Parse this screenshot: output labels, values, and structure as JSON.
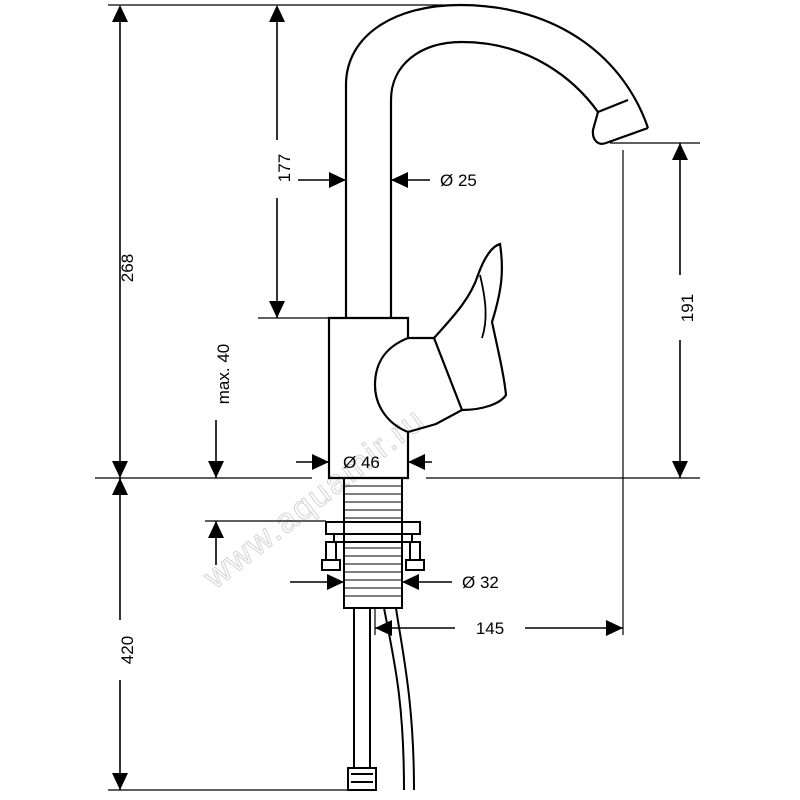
{
  "dimensions": {
    "total_height": "268",
    "spout_height": "177",
    "spout_diameter": "Ø 25",
    "outlet_height": "191",
    "max_thickness": "max. 40",
    "base_diameter": "Ø 46",
    "shank_diameter": "Ø 32",
    "spout_reach": "145",
    "hose_length": "420"
  },
  "watermark": "www.aquamir.ru"
}
